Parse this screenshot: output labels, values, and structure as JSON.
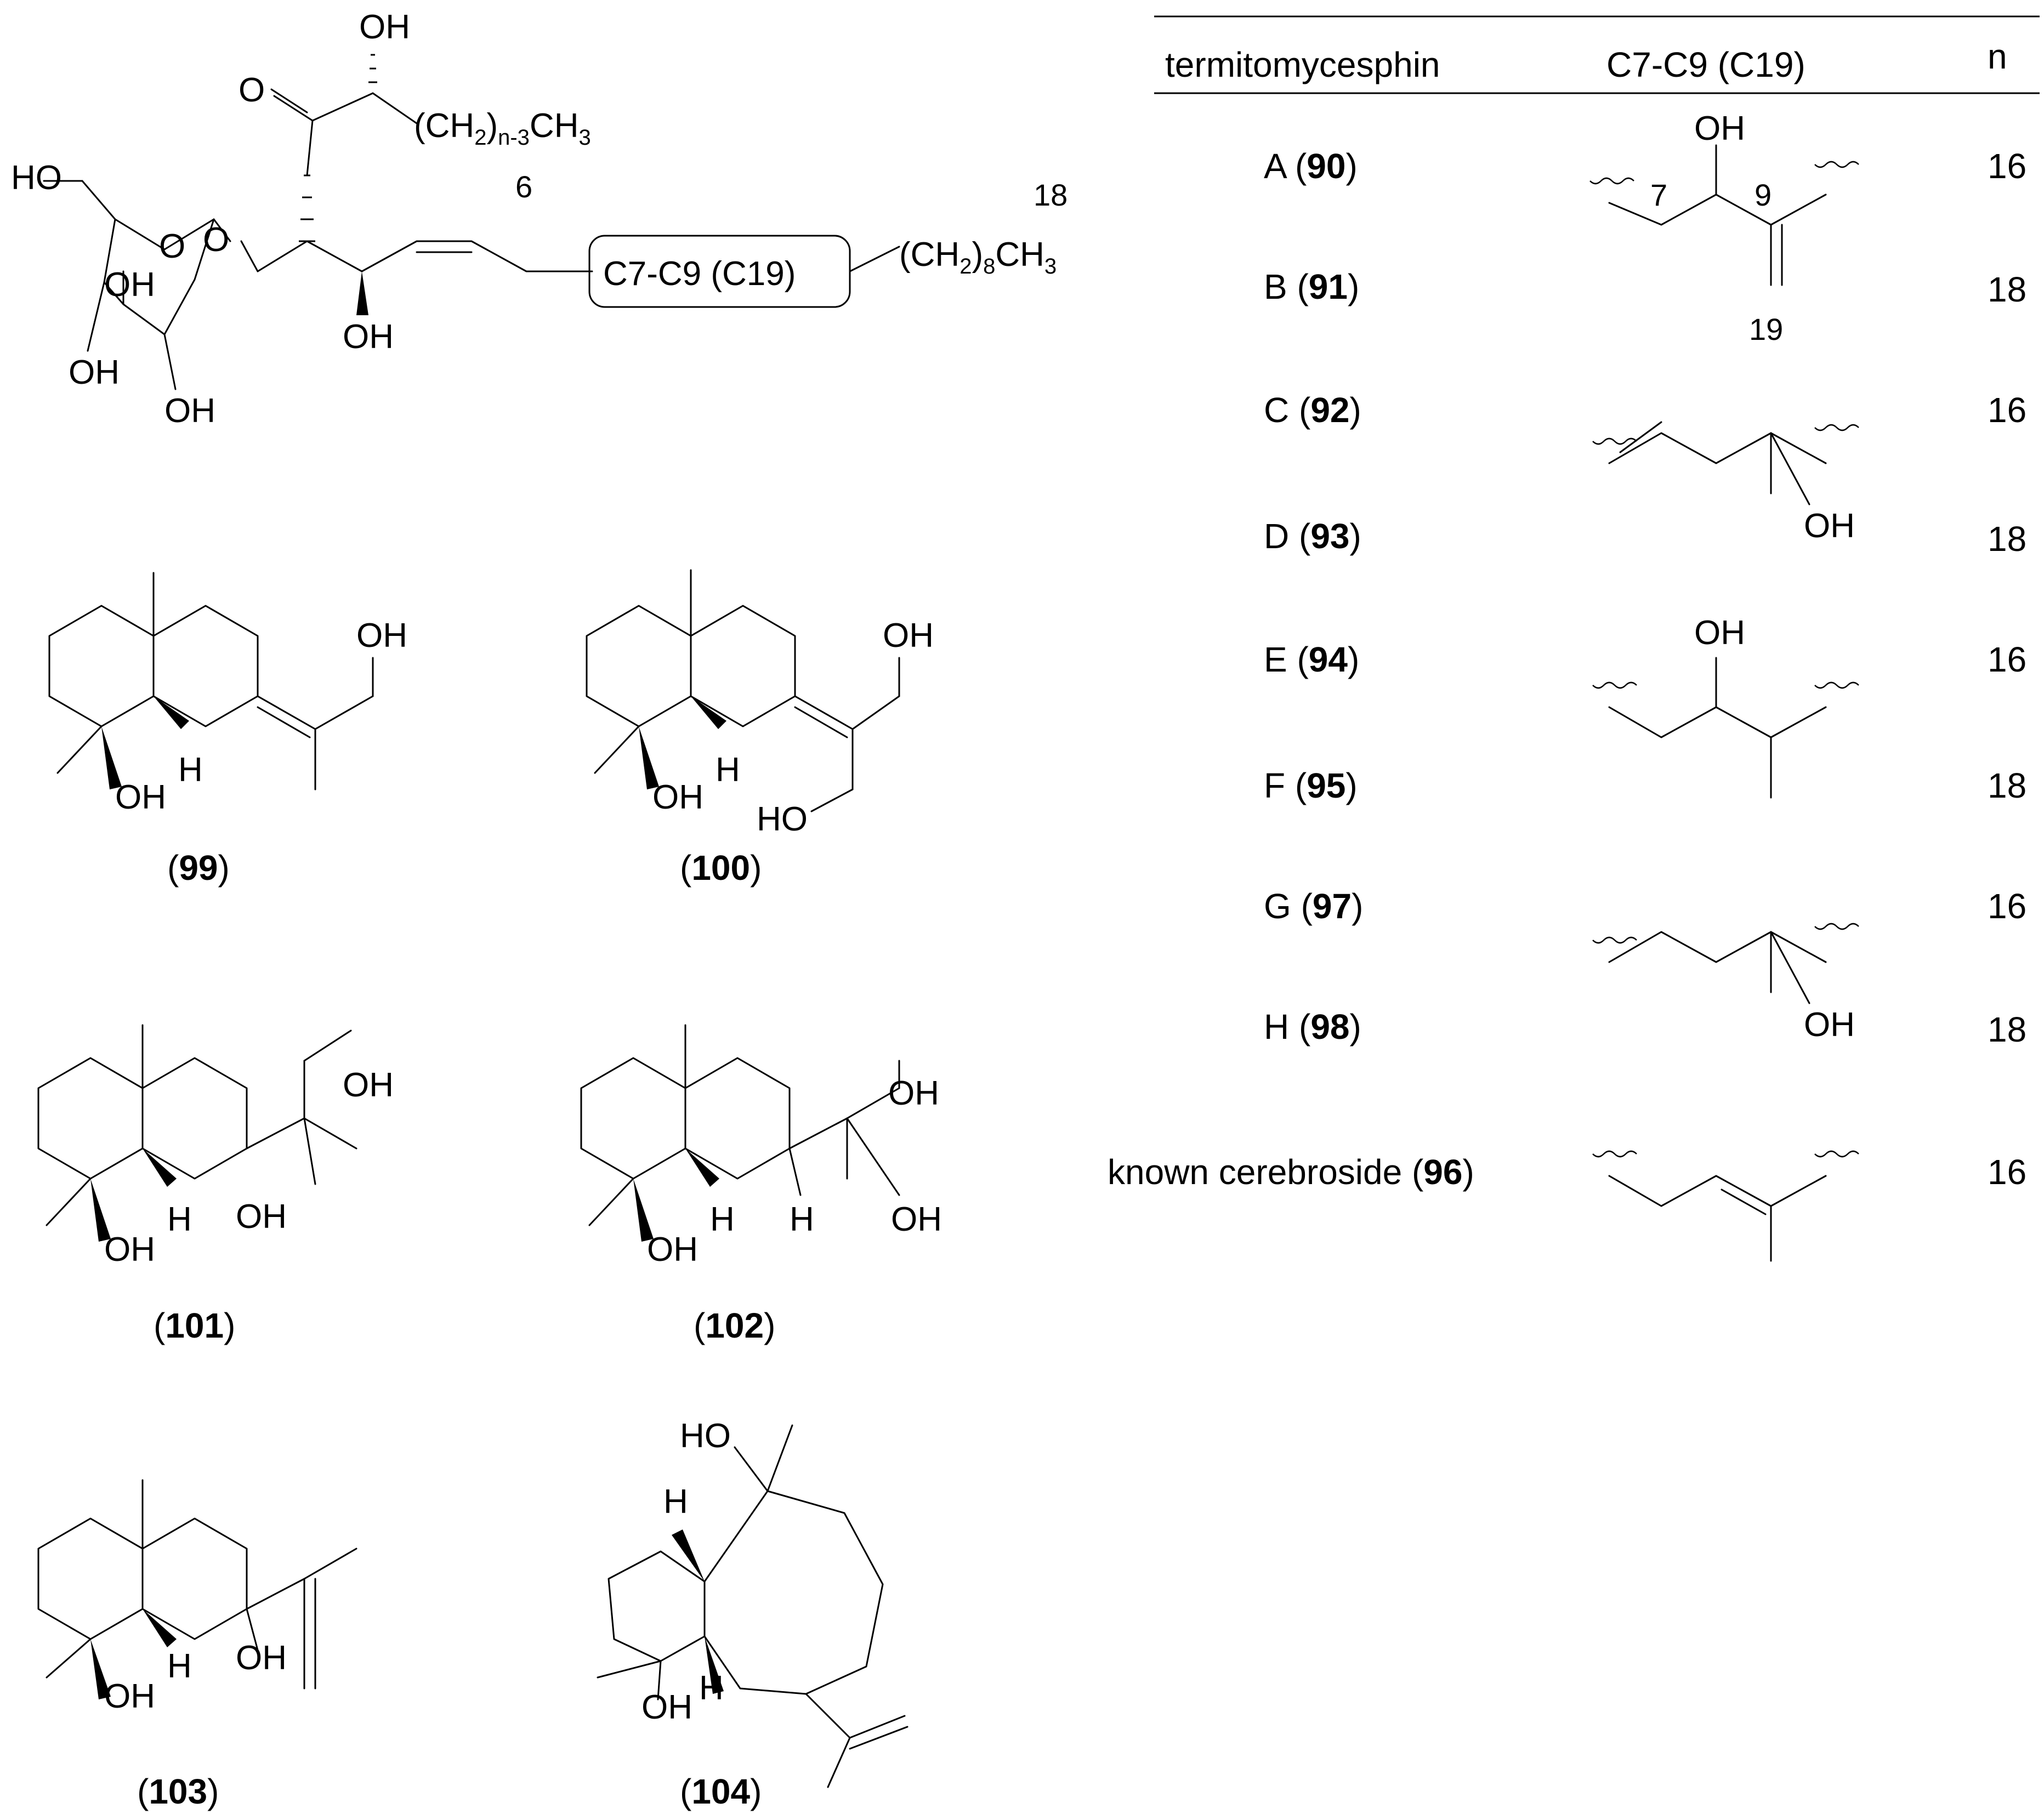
{
  "table": {
    "headers": {
      "name": "termitomycesphin",
      "fragment": "C7-C9 (C19)",
      "n": "n"
    },
    "rows": [
      {
        "letter": "A",
        "num": "90",
        "n": "16"
      },
      {
        "letter": "B",
        "num": "91",
        "n": "18"
      },
      {
        "letter": "C",
        "num": "92",
        "n": "16"
      },
      {
        "letter": "D",
        "num": "93",
        "n": "18"
      },
      {
        "letter": "E",
        "num": "94",
        "n": "16"
      },
      {
        "letter": "F",
        "num": "95",
        "n": "18"
      },
      {
        "letter": "G",
        "num": "97",
        "n": "16"
      },
      {
        "letter": "H",
        "num": "98",
        "n": "18"
      },
      {
        "letter": "known cerebroside",
        "num": "96",
        "n": "16"
      }
    ],
    "fragment_labels": {
      "oh": "OH",
      "c7": "7",
      "c9": "9",
      "c19": "19"
    }
  },
  "main_structure": {
    "oh": "OH",
    "ho": "HO",
    "o": "O",
    "ch2": "(CH",
    "sub2": "2",
    "close_paren": ")",
    "sub_n3": "n-3",
    "sub8": "8",
    "ch3": "CH",
    "sub3": "3",
    "label6": "6",
    "label18": "18",
    "box_label": "C7-C9 (C19)"
  },
  "compounds": [
    {
      "id": "99",
      "labels": {
        "oh": "OH",
        "h": "H"
      }
    },
    {
      "id": "100",
      "labels": {
        "oh": "OH",
        "ho": "HO",
        "h": "H"
      }
    },
    {
      "id": "101",
      "labels": {
        "oh": "OH",
        "h": "H"
      }
    },
    {
      "id": "102",
      "labels": {
        "oh": "OH",
        "h": "H"
      }
    },
    {
      "id": "103",
      "labels": {
        "oh": "OH",
        "h": "H"
      }
    },
    {
      "id": "104",
      "labels": {
        "oh": "OH",
        "ho": "HO",
        "h": "H"
      }
    }
  ]
}
